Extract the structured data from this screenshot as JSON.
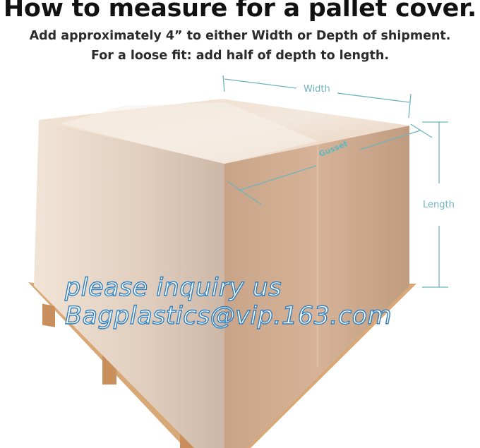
{
  "header": {
    "title": "How to measure for a pallet cover.",
    "line1": "Add approximately 4” to either Width or Depth of shipment.",
    "line2": "For a loose fit: add half of depth to length."
  },
  "diagram": {
    "width_label": "Width",
    "length_label": "Length",
    "gusset_label": "Gusset",
    "accent_color": "#6fb3bd"
  },
  "watermark": {
    "line1": "please inquiry us",
    "line2": "Bagplastics@vip.163.com",
    "color": "#2f7fc0"
  }
}
